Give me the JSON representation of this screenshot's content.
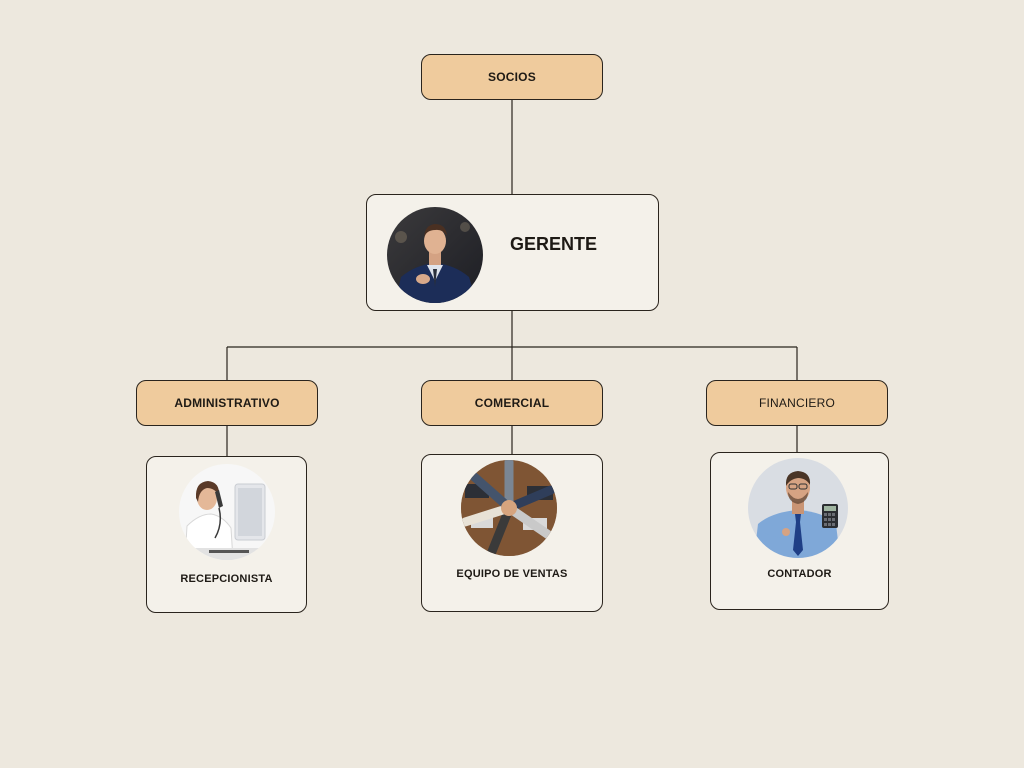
{
  "top": {
    "label": "SOCIOS"
  },
  "manager": {
    "label": "GERENTE",
    "photo_icon": "businessman-portrait-icon"
  },
  "departments": [
    {
      "label": "ADMINISTRATIVO",
      "role": "RECEPCIONISTA",
      "photo_icon": "receptionist-phone-icon"
    },
    {
      "label": "COMERCIAL",
      "role": "EQUIPO DE VENTAS",
      "photo_icon": "team-hands-icon"
    },
    {
      "label": "FINANCIERO",
      "role": "CONTADOR",
      "photo_icon": "accountant-calculator-icon"
    }
  ],
  "colors": {
    "background": "#ede8de",
    "pill": "#efcb9d",
    "card": "#f4f1ea",
    "stroke": "#2a241d"
  }
}
